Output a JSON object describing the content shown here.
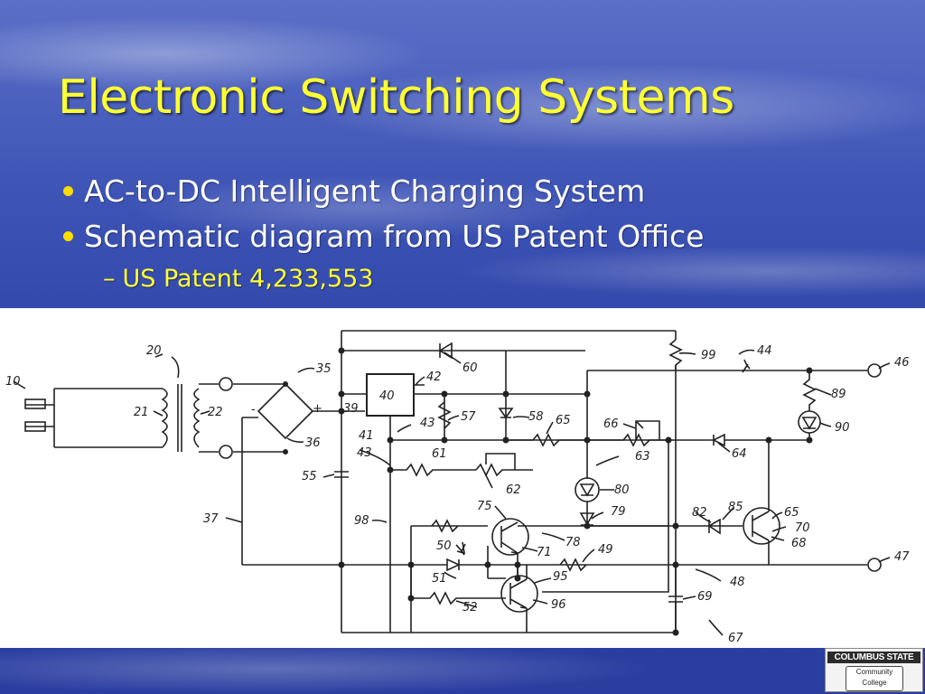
{
  "slide": {
    "title": "Electronic Switching Systems",
    "bullets": [
      "AC-to-DC Intelligent Charging System",
      "Schematic diagram from US Patent Office"
    ],
    "sub_bullet": "US Patent 4,233,553",
    "sub_dash": "–"
  },
  "schematic": {
    "labels": {
      "l10": "10",
      "l20": "20",
      "l21": "21",
      "l22": "22",
      "l35": "35",
      "l36": "36",
      "l37": "37",
      "l39": "39",
      "l40": "40",
      "l41": "41",
      "l42": "42",
      "l43a": "43",
      "l43b": "43",
      "l44": "44",
      "l46": "46",
      "l47": "47",
      "l48": "48",
      "l49": "49",
      "l50": "50",
      "l51": "51",
      "l52": "52",
      "l55": "55",
      "l57": "57",
      "l58": "58",
      "l60": "60",
      "l61": "61",
      "l62": "62",
      "l63": "63",
      "l64": "64",
      "l65a": "65",
      "l65b": "65",
      "l66": "66",
      "l67": "67",
      "l68": "68",
      "l69": "69",
      "l70": "70",
      "l71": "71",
      "l75": "75",
      "l78": "78",
      "l79": "79",
      "l80": "80",
      "l82": "82",
      "l85": "85",
      "l89": "89",
      "l90": "90",
      "l95": "95",
      "l96": "96",
      "l98": "98",
      "l99": "99",
      "plus": "+",
      "minus": "-"
    }
  },
  "logo": {
    "name": "COLUMBUS STATE",
    "line1": "Community",
    "line2": "College"
  },
  "colors": {
    "title": "#ffff33",
    "bullet_dot": "#ffdd00",
    "text": "#ffffff",
    "background": "#2f43a8",
    "schematic_ink": "#222222"
  }
}
